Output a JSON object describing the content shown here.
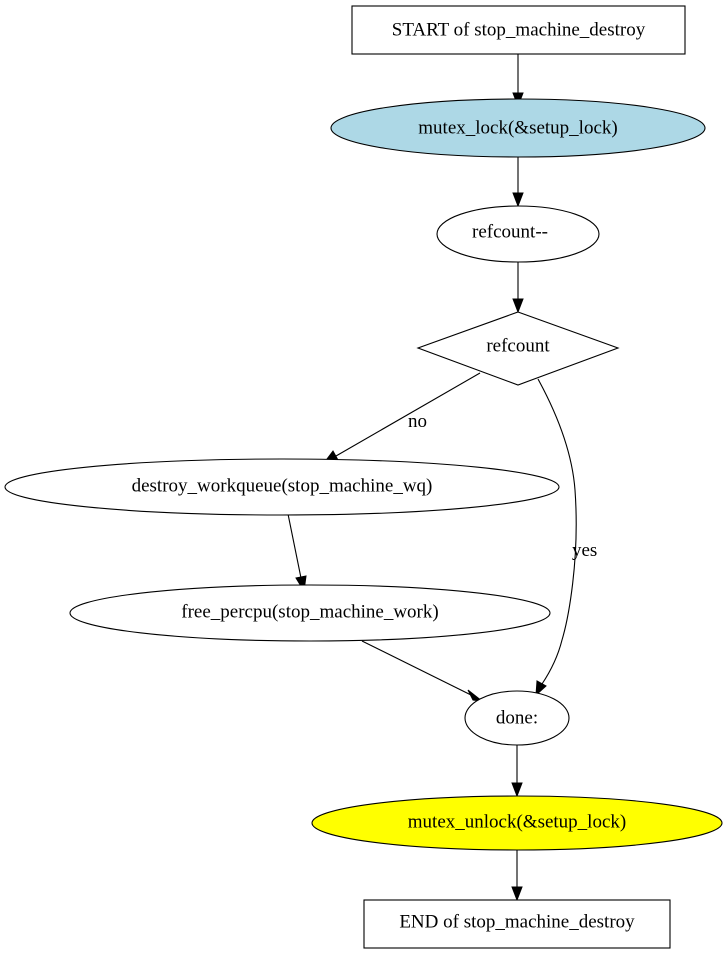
{
  "nodes": {
    "start": {
      "label": "START of stop_machine_destroy"
    },
    "lock": {
      "label": "mutex_lock(&setup_lock)"
    },
    "decrement": {
      "label": "refcount--"
    },
    "check": {
      "label": "refcount"
    },
    "destroy_wq": {
      "label": "destroy_workqueue(stop_machine_wq)"
    },
    "free_work": {
      "label": "free_percpu(stop_machine_work)"
    },
    "done": {
      "label": "done:"
    },
    "unlock": {
      "label": "mutex_unlock(&setup_lock)"
    },
    "end": {
      "label": "END of stop_machine_destroy"
    }
  },
  "edges": {
    "no": {
      "label": "no"
    },
    "yes": {
      "label": "yes"
    }
  },
  "colors": {
    "lock_fill": "#add8e6",
    "unlock_fill": "#ffff00",
    "default_fill": "#ffffff"
  }
}
